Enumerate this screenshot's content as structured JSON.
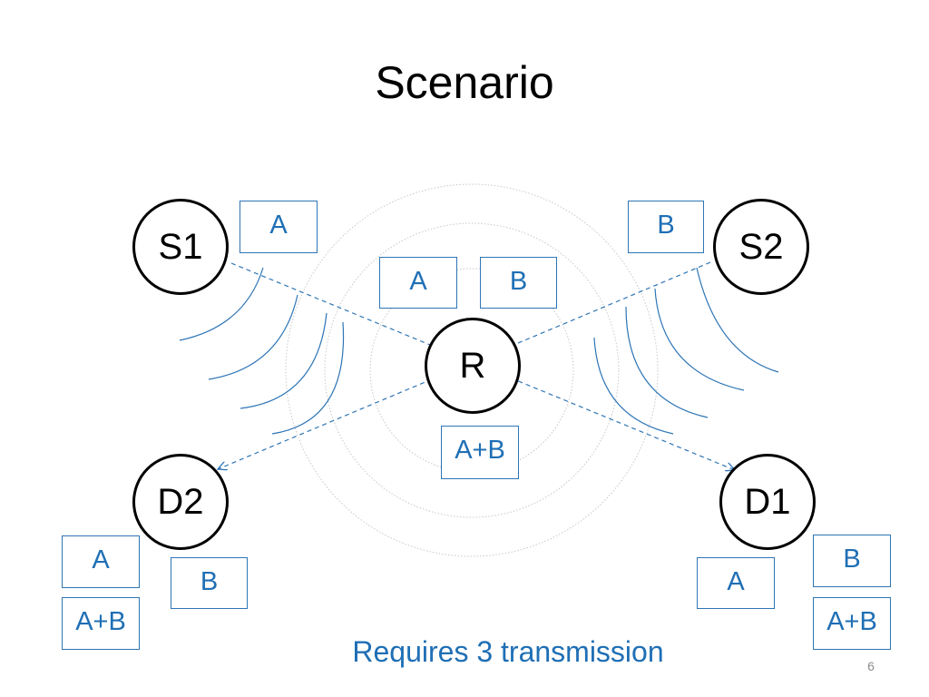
{
  "title": "Scenario",
  "caption": "Requires 3 transmission",
  "page_number": "6",
  "colors": {
    "accent": "#2e75b6",
    "text": "#000000",
    "ring": "#c8c8c8"
  },
  "nodes": {
    "s1": "S1",
    "s2": "S2",
    "r": "R",
    "d1": "D1",
    "d2": "D2"
  },
  "packets": {
    "s1": "A",
    "s2": "B",
    "r_a": "A",
    "r_b": "B",
    "r_ab": "A+B",
    "d2_a": "A",
    "d2_b": "B",
    "d2_ab": "A+B",
    "d1_a": "A",
    "d1_b": "B",
    "d1_ab": "A+B"
  }
}
